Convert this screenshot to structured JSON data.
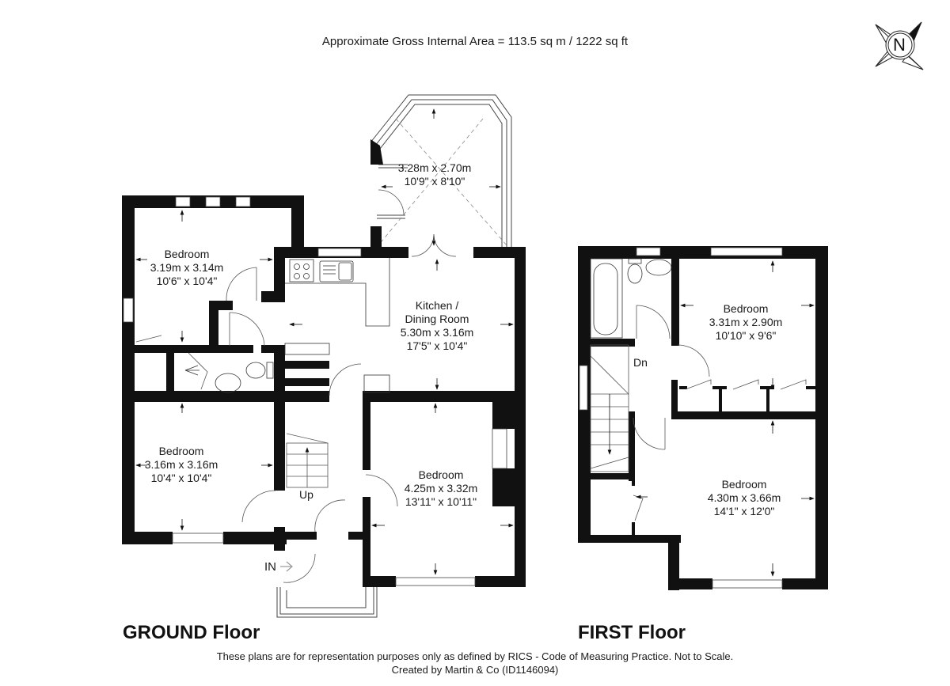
{
  "header": {
    "gross_area": "Approximate Gross Internal Area = 113.5 sq m / 1222 sq ft"
  },
  "compass": {
    "letter": "N",
    "icon": "north-compass-icon"
  },
  "ground_floor": {
    "label": "GROUND Floor",
    "rooms": [
      {
        "name": "",
        "metric": "3.28m x 2.70m",
        "imperial": "10'9\" x 8'10\""
      },
      {
        "name": "Bedroom",
        "metric": "3.19m x 3.14m",
        "imperial": "10'6\" x 10'4\""
      },
      {
        "name": "Kitchen /",
        "name2": "Dining Room",
        "metric": "5.30m x 3.16m",
        "imperial": "17'5\" x 10'4\""
      },
      {
        "name": "Bedroom",
        "metric": "3.16m x 3.16m",
        "imperial": "10'4\" x 10'4\""
      },
      {
        "name": "Bedroom",
        "metric": "4.25m x 3.32m",
        "imperial": "13'11\" x 10'11\""
      }
    ],
    "stairs_label": "Up",
    "entrance_label": "IN"
  },
  "first_floor": {
    "label": "FIRST Floor",
    "rooms": [
      {
        "name": "Bedroom",
        "metric": "3.31m x 2.90m",
        "imperial": "10'10\" x 9'6\""
      },
      {
        "name": "Bedroom",
        "metric": "4.30m x 3.66m",
        "imperial": "14'1\" x 12'0\""
      }
    ],
    "stairs_label": "Dn"
  },
  "footer": {
    "disclaimer": "These plans are for representation purposes only as defined by RICS - Code of Measuring Practice. Not to Scale.",
    "credit": "Created by Martin & Co (ID1146094)"
  }
}
